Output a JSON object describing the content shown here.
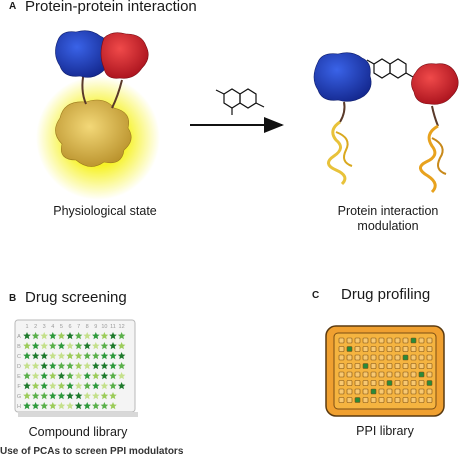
{
  "panel_a": {
    "letter": "A",
    "title": "Protein-protein interaction",
    "left_caption": "Physiological state",
    "right_caption_line1": "Protein interaction",
    "right_caption_line2": "modulation"
  },
  "panel_b": {
    "letter": "B",
    "title": "Drug screening",
    "caption": "Compound library",
    "plate_col_labels": [
      "1",
      "2",
      "3",
      "4",
      "5",
      "6",
      "7",
      "8",
      "9",
      "10",
      "11",
      "12"
    ],
    "plate_row_labels": [
      "A",
      "B",
      "C",
      "D",
      "E",
      "F",
      "G",
      "H"
    ]
  },
  "panel_c": {
    "letter": "C",
    "title": "Drug profiling",
    "caption": "PPI library"
  },
  "footer": {
    "text": "Use of PCAs to screen PPI modulators"
  },
  "colors": {
    "blue_protein": "#1f3fbf",
    "red_protein": "#d9212e",
    "yellow_protein": "#e8c24a",
    "glow": "#f5f000",
    "plate_orange": "#f0a030",
    "well_green": "#2a8a3a",
    "star_dark_green": "#1e7a2c",
    "star_light_green": "#9ccc5a"
  }
}
